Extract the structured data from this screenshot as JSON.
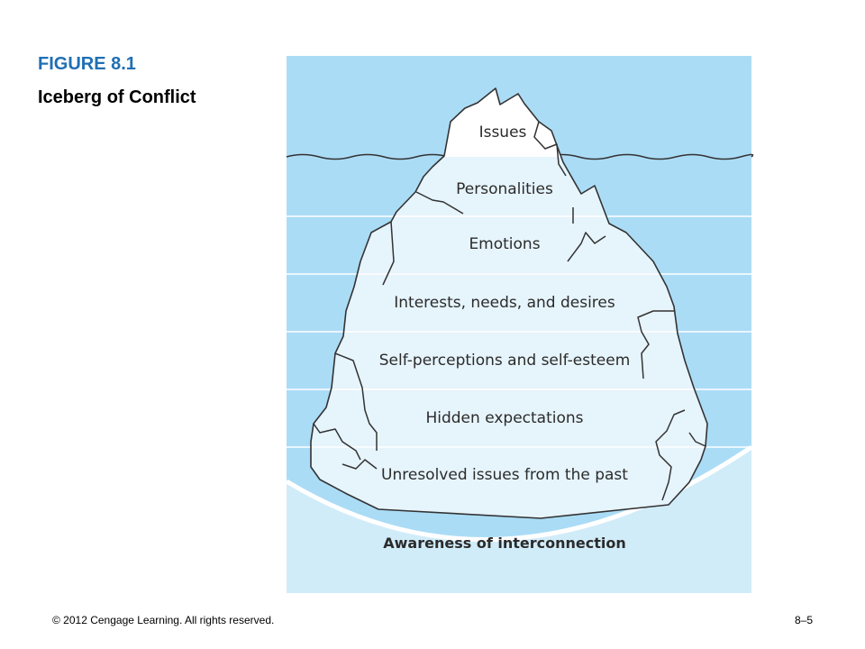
{
  "figure": {
    "label": "FIGURE 8.1",
    "title": "Iceberg of Conflict"
  },
  "iceberg": {
    "layers": [
      "Issues",
      "Personalities",
      "Emotions",
      "Interests, needs, and desires",
      "Self-perceptions and self-esteem",
      "Hidden expectations",
      "Unresolved issues from the past"
    ],
    "foundation": "Awareness of interconnection"
  },
  "colors": {
    "water": "#abdcf6",
    "ice": "#e6f4fc",
    "foundation": "#d1ecf9",
    "outline": "#333333",
    "label_accent": "#1f6fb4"
  },
  "footer": {
    "copyright": "© 2012 Cengage Learning. All rights reserved.",
    "page": "8–5"
  }
}
